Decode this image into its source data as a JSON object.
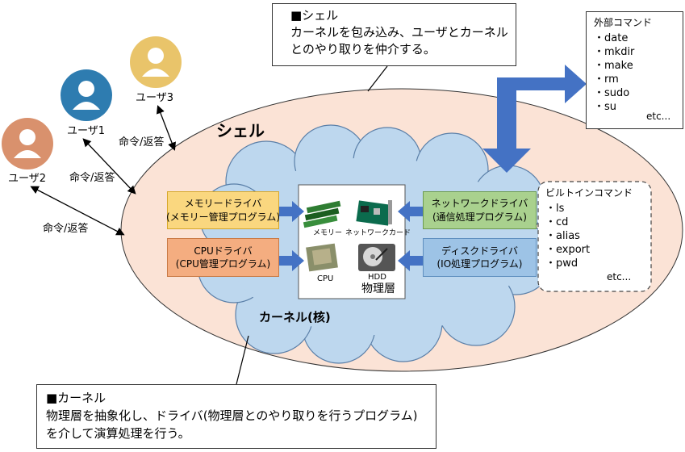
{
  "shell_callout": {
    "title": "■シェル",
    "text_line1": "カーネルを包み込み、ユーザとカーネル",
    "text_line2": "とのやり取りを仲介する。"
  },
  "kernel_callout": {
    "title": "■カーネル",
    "text_line1": "物理層を抽象化し、ドライバ(物理層とのやり取りを行うプログラム)",
    "text_line2": "を介して演算処理を行う。"
  },
  "external_commands": {
    "title": "外部コマンド",
    "items": [
      "・date",
      "・mkdir",
      "・make",
      "・rm",
      "・sudo",
      "・su"
    ],
    "etc": "etc..."
  },
  "builtin_commands": {
    "title": "ビルトインコマンド",
    "items": [
      "・ls",
      "・cd",
      "・alias",
      "・export",
      "・pwd"
    ],
    "etc": "etc..."
  },
  "shell_label": "シェル",
  "kernel_label": "カーネル(核)",
  "physical_layer_label": "物理層",
  "users": [
    {
      "label": "ユーザ2",
      "color": "#d9916d"
    },
    {
      "label": "ユーザ1",
      "color": "#2e7cb0"
    },
    {
      "label": "ユーザ3",
      "color": "#e9c46a"
    }
  ],
  "command_reply": [
    "命令/返答",
    "命令/返答",
    "命令/返答"
  ],
  "drivers": {
    "memory": {
      "line1": "メモリードライバ",
      "line2": "(メモリー管理プログラム)",
      "color": "#fad77f"
    },
    "cpu": {
      "line1": "CPUドライバ",
      "line2": "(CPU管理プログラム)",
      "color": "#f4ad80"
    },
    "network": {
      "line1": "ネットワークドライバ",
      "line2": "(通信処理プログラム)",
      "color": "#a9d18e"
    },
    "disk": {
      "line1": "ディスクドライバ",
      "line2": "(IO処理プログラム)",
      "color": "#9dc3e6"
    }
  },
  "hardware": {
    "memory": "メモリー",
    "network_card": "ネットワークカード",
    "cpu": "CPU",
    "hdd": "HDD"
  },
  "colors": {
    "shell_fill": "#fbe3d6",
    "kernel_fill": "#bdd7ee",
    "arrow_blue": "#4472c4"
  }
}
